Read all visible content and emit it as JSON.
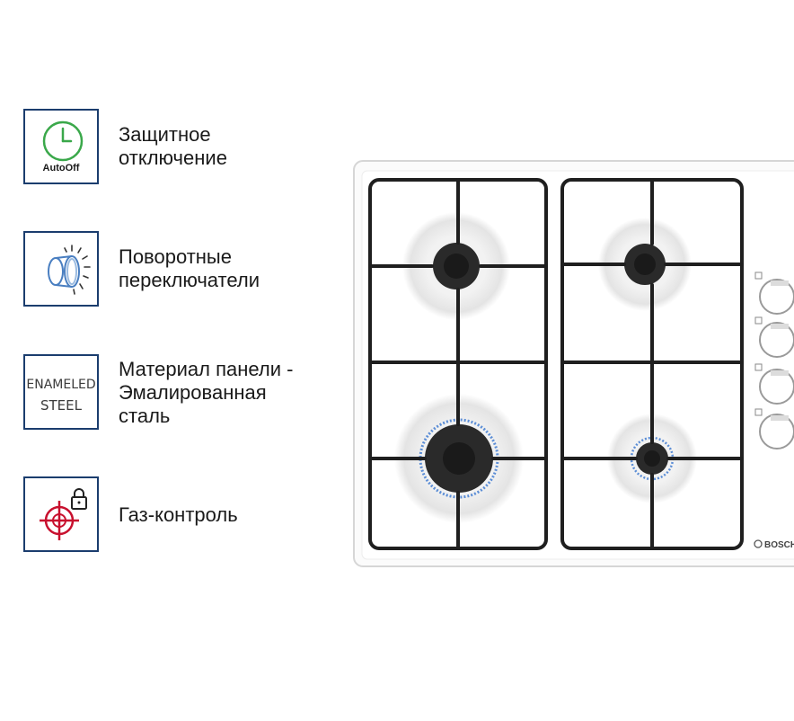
{
  "features": [
    {
      "icon": "autooff-clock-icon",
      "icon_text": "AutoOff",
      "label": "Защитное\nотключение"
    },
    {
      "icon": "rotary-knob-icon",
      "label": "Поворотные\nпереключатели"
    },
    {
      "icon": "enameled-steel-icon",
      "icon_text_1": "ENAMELED",
      "icon_text_2": "STEEL",
      "label": "Материал панели -\nЭмалированная\nсталь"
    },
    {
      "icon": "gas-control-icon",
      "label": "Газ-контроль"
    }
  ],
  "product": {
    "brand": "BOSCH",
    "burners": 4,
    "knobs": 4
  },
  "colors": {
    "icon_border": "#1b3d6e",
    "clock_green": "#3aa84a",
    "gas_red": "#c8102e",
    "knob_blue": "#4a7fc1"
  }
}
